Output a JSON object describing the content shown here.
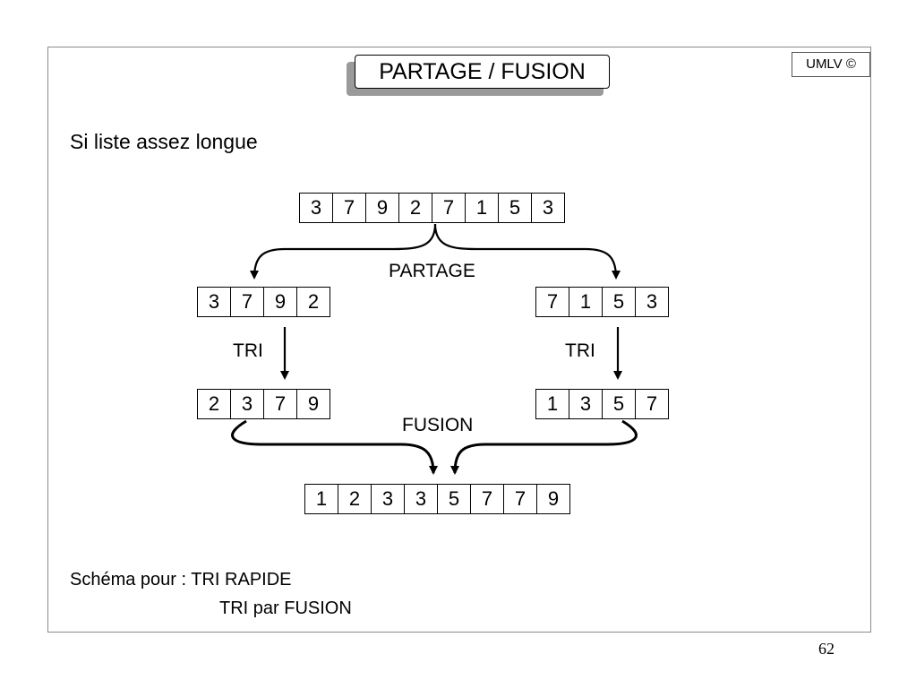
{
  "badge": "UMLV ©",
  "title": "PARTAGE / FUSION",
  "intro": "Si liste assez longue",
  "arrays": {
    "initial": [
      "3",
      "7",
      "9",
      "2",
      "7",
      "1",
      "5",
      "3"
    ],
    "left_split": [
      "3",
      "7",
      "9",
      "2"
    ],
    "right_split": [
      "7",
      "1",
      "5",
      "3"
    ],
    "left_sorted": [
      "2",
      "3",
      "7",
      "9"
    ],
    "right_sorted": [
      "1",
      "3",
      "5",
      "7"
    ],
    "merged": [
      "1",
      "2",
      "3",
      "3",
      "5",
      "7",
      "7",
      "9"
    ]
  },
  "labels": {
    "partage": "PARTAGE",
    "tri_left": "TRI",
    "tri_right": "TRI",
    "fusion": "FUSION"
  },
  "schema": {
    "line1": "Schéma pour : TRI RAPIDE",
    "line2": "TRI par FUSION"
  },
  "page_number": "62"
}
